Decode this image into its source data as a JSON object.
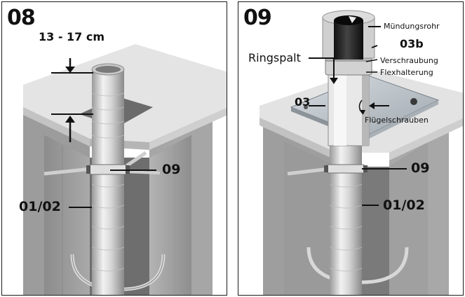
{
  "panels": [
    {
      "number": "08",
      "labels": {
        "measure": "13 - 17 cm",
        "clamp": "09",
        "pipe": "01/02"
      }
    },
    {
      "number": "09",
      "labels": {
        "mouth_pipe": "Mündungsrohr",
        "part_03b": "03b",
        "screw_fitting": "Verschraubung",
        "flex_holder": "Flexhalterung",
        "ring_gap": "Ringspalt",
        "part_03": "03",
        "wing_screws": "Flügelschrauben",
        "clamp": "09",
        "pipe": "01/02"
      }
    }
  ]
}
